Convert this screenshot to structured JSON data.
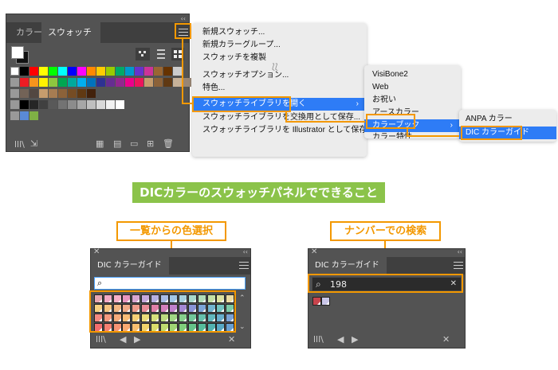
{
  "swatch_panel": {
    "tabs": [
      "カラー",
      "スウォッチ"
    ]
  },
  "menu1": {
    "items": [
      "新規スウォッチ...",
      "新規カラーグループ...",
      "スウォッチを複製",
      "スウォッチオプション...",
      "特色...",
      "スウォッチライブラリを開く",
      "スウォッチライブラリを交換用として保存...",
      "スウォッチライブラリを Illustrator として保存..."
    ],
    "arrow": "›"
  },
  "menu2": {
    "items": [
      "VisiBone2",
      "Web",
      "お祝い",
      "アースカラー",
      "カラーブック",
      "カラー特性"
    ]
  },
  "menu3": {
    "items": [
      "ANPA カラー",
      "DIC カラーガイド"
    ]
  },
  "headline": "DICカラーのスウォッチパネルでできること",
  "label_left": "一覧からの色選択",
  "label_right": "ナンバーでの検索",
  "dic_panel_left": {
    "title": "DIC カラーガイド",
    "search_value": ""
  },
  "dic_panel_right": {
    "title": "DIC カラーガイド",
    "search_value": "198"
  },
  "colors": {
    "accent": "#f39800",
    "headline_bg": "#8bc34a",
    "panel_bg": "#535353",
    "menu_highlight": "#2e7cf6"
  },
  "icons": [
    "hamburger-menu-icon",
    "library-icon",
    "import-icon",
    "grid-view-icon",
    "list-view-icon",
    "swatch-kind-icon",
    "new-color-group-icon",
    "new-swatch-icon",
    "delete-icon",
    "search-icon",
    "clear-icon",
    "prev-icon",
    "next-icon",
    "scroll-up-icon",
    "scroll-down-icon",
    "close-icon",
    "collapse-icon"
  ]
}
